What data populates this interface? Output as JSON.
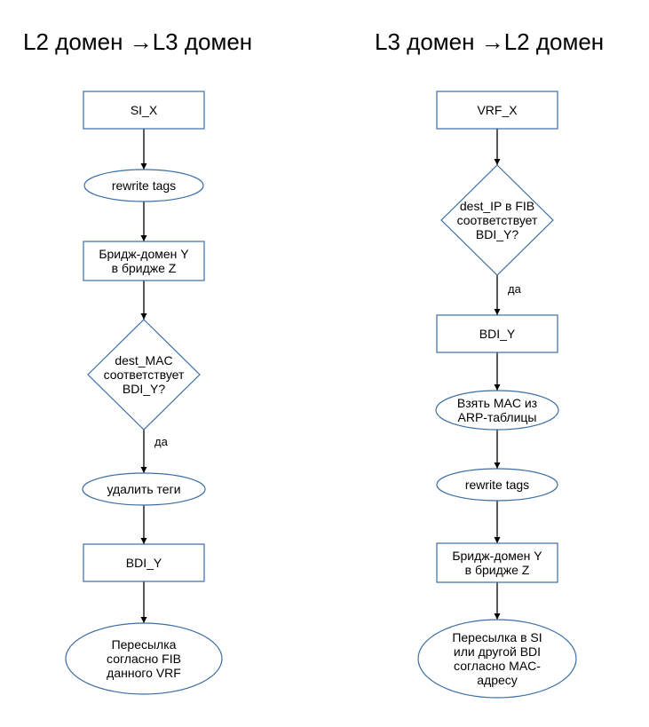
{
  "colors": {
    "node_border": "#3b6ea5",
    "node_fill": "#ffffff",
    "edge": "#000000",
    "text": "#000000"
  },
  "left_flow": {
    "title": "L2 домен →L3 домен",
    "nodes": [
      {
        "id": "si_x",
        "shape": "rect",
        "lines": [
          "SI_X"
        ]
      },
      {
        "id": "rewrite_tags",
        "shape": "ellipse",
        "lines": [
          "rewrite tags"
        ]
      },
      {
        "id": "bridge_domain",
        "shape": "rect",
        "lines": [
          "Бридж-домен Y",
          "в бридже Z"
        ]
      },
      {
        "id": "dest_mac_check",
        "shape": "diamond",
        "lines": [
          "dest_MAC",
          "соответствует",
          "BDI_Y?"
        ]
      },
      {
        "id": "remove_tags",
        "shape": "ellipse",
        "lines": [
          "удалить теги"
        ]
      },
      {
        "id": "bdi_y",
        "shape": "rect",
        "lines": [
          "BDI_Y"
        ]
      },
      {
        "id": "forward_fib",
        "shape": "ellipse",
        "lines": [
          "Пересылка",
          "согласно FIB",
          "данного VRF"
        ]
      }
    ],
    "edges": [
      {
        "from": "si_x",
        "to": "rewrite_tags",
        "label": ""
      },
      {
        "from": "rewrite_tags",
        "to": "bridge_domain",
        "label": ""
      },
      {
        "from": "bridge_domain",
        "to": "dest_mac_check",
        "label": ""
      },
      {
        "from": "dest_mac_check",
        "to": "remove_tags",
        "label": "да"
      },
      {
        "from": "remove_tags",
        "to": "bdi_y",
        "label": ""
      },
      {
        "from": "bdi_y",
        "to": "forward_fib",
        "label": ""
      }
    ]
  },
  "right_flow": {
    "title": "L3 домен →L2 домен",
    "nodes": [
      {
        "id": "vrf_x",
        "shape": "rect",
        "lines": [
          "VRF_X"
        ]
      },
      {
        "id": "dest_ip_check",
        "shape": "diamond",
        "lines": [
          "dest_IP в FIB",
          "соответствует",
          "BDI_Y?"
        ]
      },
      {
        "id": "bdi_y",
        "shape": "rect",
        "lines": [
          "BDI_Y"
        ]
      },
      {
        "id": "take_mac",
        "shape": "ellipse",
        "lines": [
          "Взять MAC из",
          "ARP-таблицы"
        ]
      },
      {
        "id": "rewrite_tags",
        "shape": "ellipse",
        "lines": [
          "rewrite tags"
        ]
      },
      {
        "id": "bridge_domain",
        "shape": "rect",
        "lines": [
          "Бридж-домен Y",
          "в бридже Z"
        ]
      },
      {
        "id": "forward_mac",
        "shape": "ellipse",
        "lines": [
          "Пересылка в SI",
          "или другой BDI",
          "согласно MAC-",
          "адресу"
        ]
      }
    ],
    "edges": [
      {
        "from": "vrf_x",
        "to": "dest_ip_check",
        "label": ""
      },
      {
        "from": "dest_ip_check",
        "to": "bdi_y",
        "label": "да"
      },
      {
        "from": "bdi_y",
        "to": "take_mac",
        "label": ""
      },
      {
        "from": "take_mac",
        "to": "rewrite_tags",
        "label": ""
      },
      {
        "from": "rewrite_tags",
        "to": "bridge_domain",
        "label": ""
      },
      {
        "from": "bridge_domain",
        "to": "forward_mac",
        "label": ""
      }
    ]
  }
}
